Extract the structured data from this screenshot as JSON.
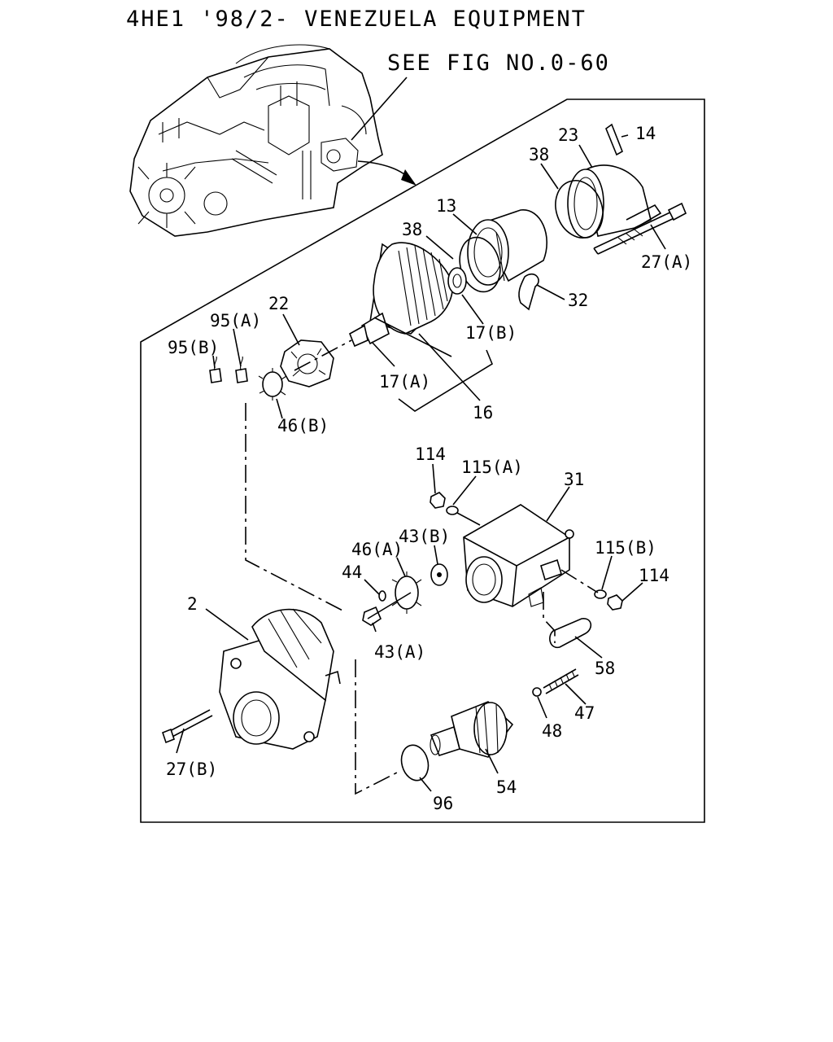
{
  "header": {
    "title": "4HE1 '98/2- VENEZUELA EQUIPMENT",
    "reference": "SEE FIG NO.0-60"
  },
  "parts": {
    "p2": "2",
    "p13": "13",
    "p14": "14",
    "p16": "16",
    "p17a": "17(A)",
    "p17b": "17(B)",
    "p22": "22",
    "p23": "23",
    "p27a": "27(A)",
    "p27b": "27(B)",
    "p31": "31",
    "p32": "32",
    "p38a": "38",
    "p38b": "38",
    "p43a": "43(A)",
    "p43b": "43(B)",
    "p44": "44",
    "p46a": "46(A)",
    "p46b": "46(B)",
    "p47": "47",
    "p48": "48",
    "p54": "54",
    "p58": "58",
    "p95a": "95(A)",
    "p95b": "95(B)",
    "p96": "96",
    "p114a": "114",
    "p114b": "114",
    "p115a": "115(A)",
    "p115b": "115(B)"
  }
}
